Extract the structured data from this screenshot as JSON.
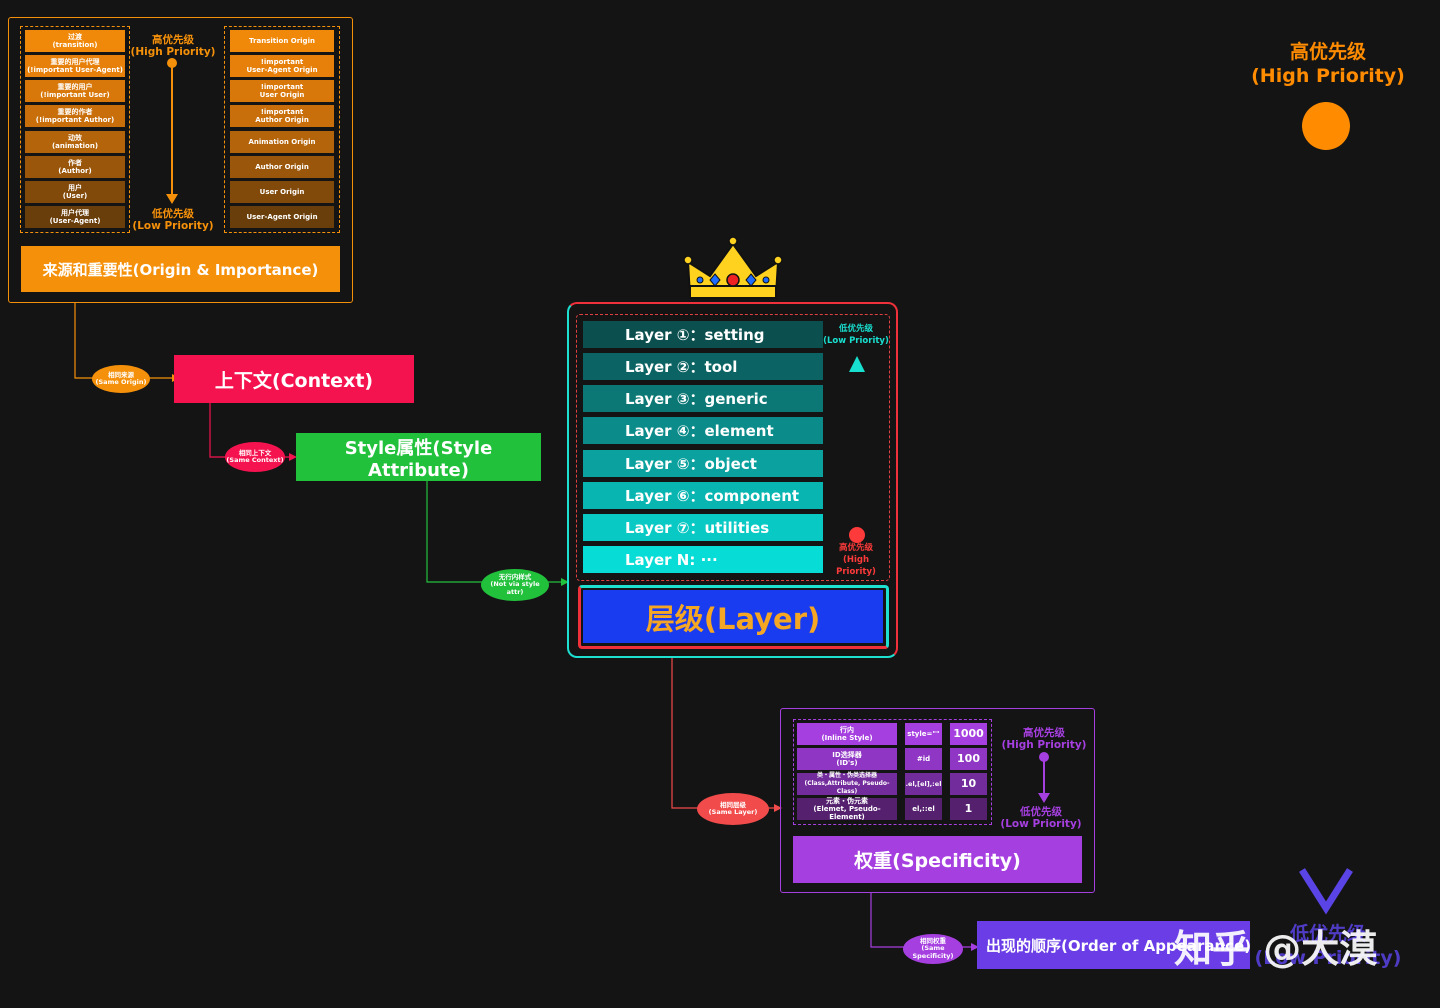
{
  "origin": {
    "left_rows": [
      "过渡\n(transition)",
      "重要的用户代理\n(!important User-Agent)",
      "重要的用户\n(!important User)",
      "重要的作者\n(!important Author)",
      "动效\n(animation)",
      "作者\n(Author)",
      "用户\n(User)",
      "用户代理\n(User-Agent)"
    ],
    "right_rows": [
      "Transition Origin",
      "!important\nUser-Agent Origin",
      "!important\nUser Origin",
      "!important\nAuthor Origin",
      "Animation Origin",
      "Author Origin",
      "User Origin",
      "User-Agent Origin"
    ],
    "high_label": "高优先级\n(High Priority)",
    "low_label": "低优先级\n(Low Priority)",
    "title": "来源和重要性(Origin & Importance)"
  },
  "context": {
    "pill": "相同来源\n(Same Origin)",
    "title": "上下文(Context)"
  },
  "style_attr": {
    "pill": "相同上下文\n(Same Context)",
    "title": "Style属性(Style Attribute)"
  },
  "layer": {
    "pill": "无行内样式\n(Not via style attr)",
    "rows": [
      "Layer ①：setting",
      "Layer ②：tool",
      "Layer ③：generic",
      "Layer ④：element",
      "Layer ⑤：object",
      "Layer ⑥：component",
      "Layer ⑦：utilities",
      "Layer N: ···"
    ],
    "low_label": "低优先级\n(Low Priority)",
    "high_label": "高优先级\n(High Priority)",
    "title": "层级(Layer)"
  },
  "specificity": {
    "pill": "相同层级\n(Same Layer)",
    "rows": [
      {
        "name": "行内\n(Inline Style)",
        "example": "style=\"\"",
        "weight": "1000"
      },
      {
        "name": "ID选择器\n(ID's)",
        "example": "#id",
        "weight": "100"
      },
      {
        "name": "类・属性・伪类选择器\n(Class,Attribute, Pseudo-Class)",
        "example": ".el,[el],:el",
        "weight": "10"
      },
      {
        "name": "元素・伪元素\n(Elemet, Pseudo-Element)",
        "example": "el,::el",
        "weight": "1"
      }
    ],
    "high_label": "高优先级\n(High Priority)",
    "low_label": "低优先级\n(Low Priority)",
    "title": "权重(Specificity)"
  },
  "order": {
    "pill": "相同权重\n(Same Specificity)",
    "title": "出现的顺序(Order of Appearance)"
  },
  "main_axis": {
    "high_label": "高优先级\n(High Priority)",
    "low_label": "低优先级\n(Low Priority)"
  },
  "watermark": "知乎 @大漠",
  "colors": {
    "origin": "#f5900a",
    "context": "#f5134f",
    "style_attr": "#22c13c",
    "layer": "#1a3cf0",
    "specificity": "#a63fe0",
    "order": "#6a3de6"
  }
}
